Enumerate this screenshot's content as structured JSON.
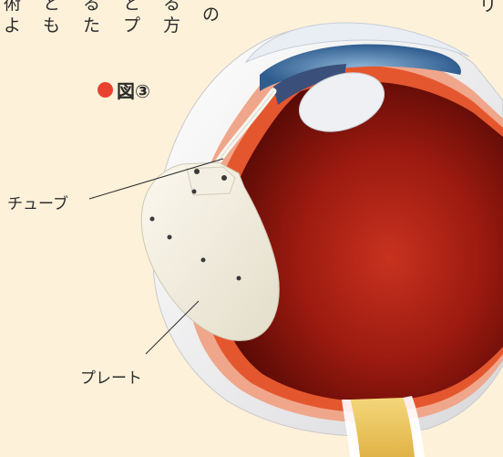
{
  "top_text": {
    "col1": [
      "術",
      "よ"
    ],
    "col2": [
      "と",
      "も"
    ],
    "col3": [
      "る",
      "た"
    ],
    "col4": [
      "と",
      "プ"
    ],
    "col5": [
      "る",
      "方"
    ],
    "col6": [
      "の"
    ],
    "col7": [
      "リ"
    ]
  },
  "figure": {
    "label": "図③"
  },
  "callouts": {
    "tube": "チューブ",
    "plate": "プレート"
  },
  "colors": {
    "background": "#fdf1da",
    "accent_dot": "#e8432f"
  }
}
